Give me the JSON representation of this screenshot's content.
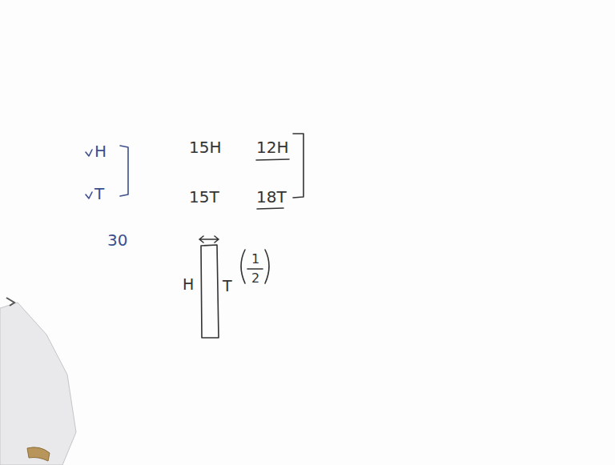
{
  "diagram": {
    "labels": [
      "H",
      "T",
      "15H",
      "12H",
      "15T",
      "18T",
      "30",
      "H",
      "T",
      "1",
      "2"
    ]
  }
}
